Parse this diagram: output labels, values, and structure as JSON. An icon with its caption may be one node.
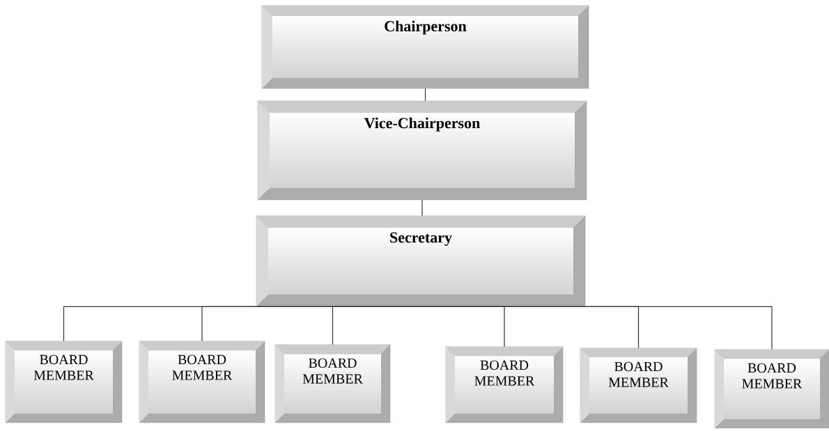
{
  "diagram": {
    "nodes": [
      {
        "text": [
          "Chairperson"
        ]
      },
      {
        "text": [
          "Vice-Chairperson"
        ]
      },
      {
        "text": [
          "Secretary"
        ]
      },
      {
        "text": [
          "BOARD MEMBER"
        ]
      },
      {
        "text": [
          "BOARD MEMBER"
        ]
      },
      {
        "text": [
          "BOARD MEMBER"
        ]
      },
      {
        "text": [
          "BOARD MEMBER"
        ]
      },
      {
        "text": [
          "BOARD MEMBER"
        ]
      },
      {
        "text": [
          "BOARD MEMBER"
        ]
      }
    ],
    "edges": [
      {
        "from": 0,
        "to": 1,
        "arrow": "none"
      },
      {
        "from": 1,
        "to": 2,
        "arrow": "none"
      },
      {
        "from": 2,
        "to": 3,
        "arrow": "none"
      },
      {
        "from": 2,
        "to": 4,
        "arrow": "none"
      },
      {
        "from": 2,
        "to": 5,
        "arrow": "none"
      },
      {
        "from": 2,
        "to": 6,
        "arrow": "none"
      },
      {
        "from": 2,
        "to": 7,
        "arrow": "none"
      },
      {
        "from": 2,
        "to": 8,
        "arrow": "none"
      }
    ]
  }
}
